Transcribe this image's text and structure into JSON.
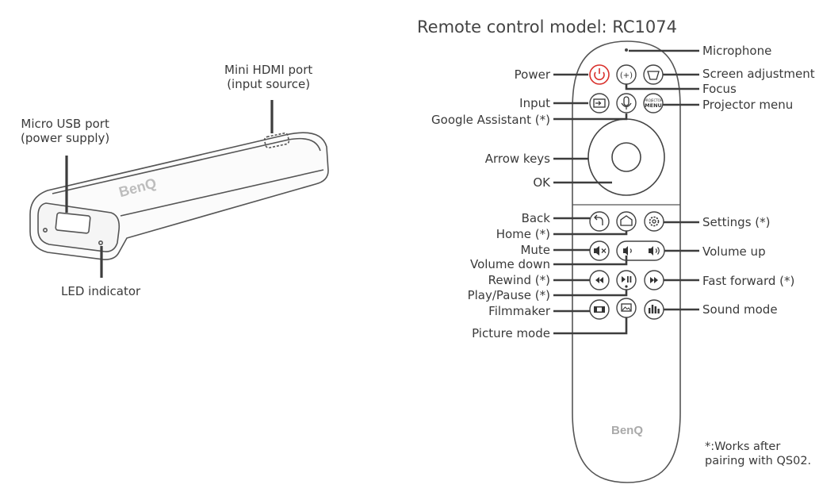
{
  "title": "Remote control model: RC1074",
  "device": {
    "brand": "BenQ",
    "labels": {
      "mini_hdmi_line1": "Mini HDMI port",
      "mini_hdmi_line2": "(input source)",
      "micro_usb_line1": "Micro USB port",
      "micro_usb_line2": "(power supply)",
      "led": "LED indicator"
    }
  },
  "remote": {
    "brand": "BenQ",
    "left_labels": {
      "power": "Power",
      "input": "Input",
      "google_assistant": "Google Assistant (*)",
      "arrow_keys": "Arrow keys",
      "ok": "OK",
      "back": "Back",
      "home": "Home (*)",
      "mute": "Mute",
      "volume_down": "Volume down",
      "rewind": "Rewind (*)",
      "play_pause": "Play/Pause (*)",
      "filmmaker": "Filmmaker",
      "picture_mode": "Picture mode"
    },
    "right_labels": {
      "microphone": "Microphone",
      "screen_adjustment": "Screen adjustment",
      "focus": "Focus",
      "projector_menu": "Projector menu",
      "settings": "Settings (*)",
      "volume_up": "Volume up",
      "fast_forward": "Fast forward (*)",
      "sound_mode": "Sound mode"
    },
    "menu_key_text_1": "PROJECTOR",
    "menu_key_text_2": "MENU"
  },
  "note": {
    "line1": "*:Works after",
    "line2": "pairing with QS02."
  },
  "colors": {
    "line": "#3d3d3d",
    "outline": "#555555",
    "power_accent": "#d9302b"
  }
}
